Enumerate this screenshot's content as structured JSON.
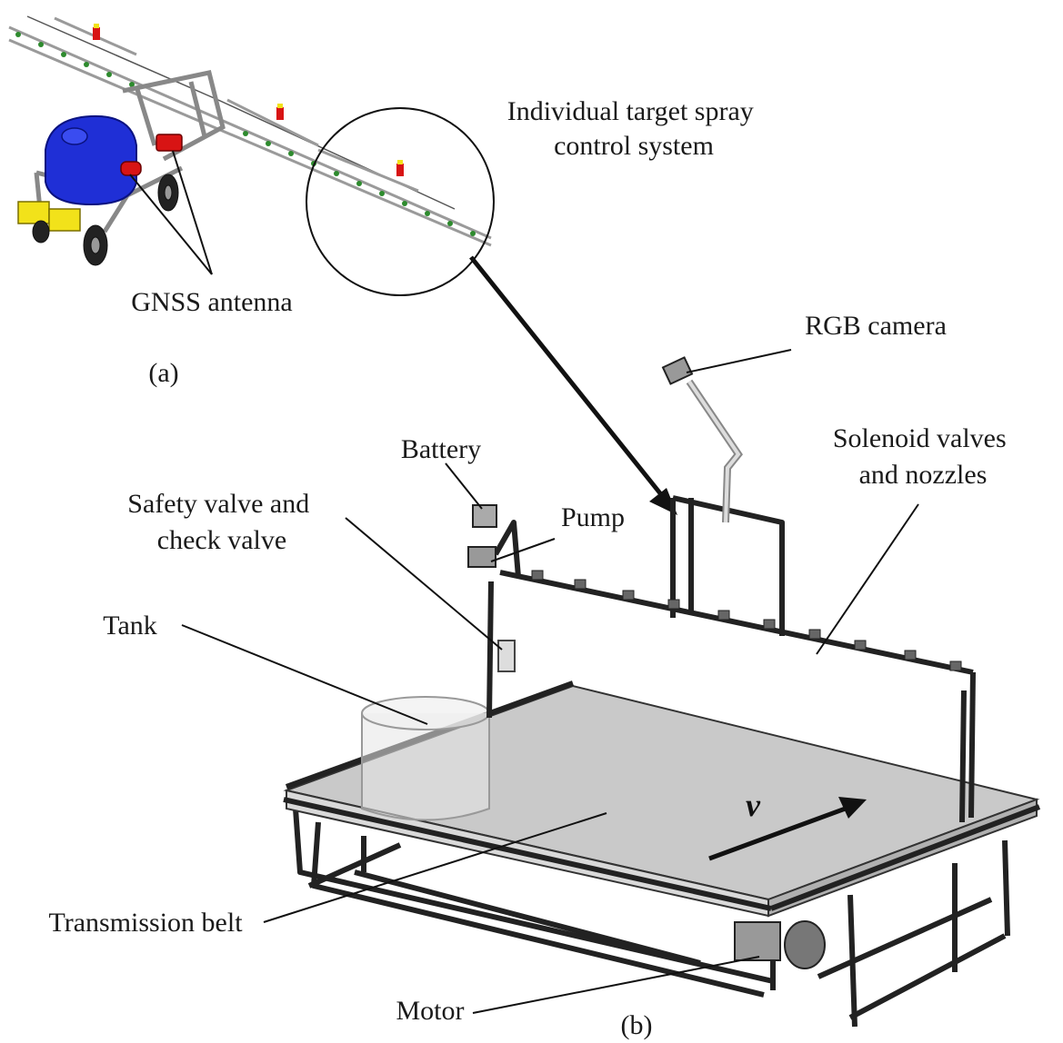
{
  "labels": {
    "spray_control": [
      "Individual target spray",
      "control system"
    ],
    "gnss": "GNSS antenna",
    "panel_a": "(a)",
    "rgb_camera": "RGB camera",
    "battery": "Battery",
    "solenoid": [
      "Solenoid valves",
      "and nozzles"
    ],
    "safety_valve": [
      "Safety valve and",
      "check valve"
    ],
    "pump": "Pump",
    "tank": "Tank",
    "velocity": "v",
    "transmission_belt": "Transmission belt",
    "motor": "Motor",
    "panel_b": "(b)"
  },
  "colors": {
    "tank_body": "#1f2fd6",
    "antenna": "#d81414",
    "battery_box": "#f2e21a",
    "nozzle": "#2e8b2e",
    "belt": "#c9c9c9",
    "frame": "#222222"
  }
}
